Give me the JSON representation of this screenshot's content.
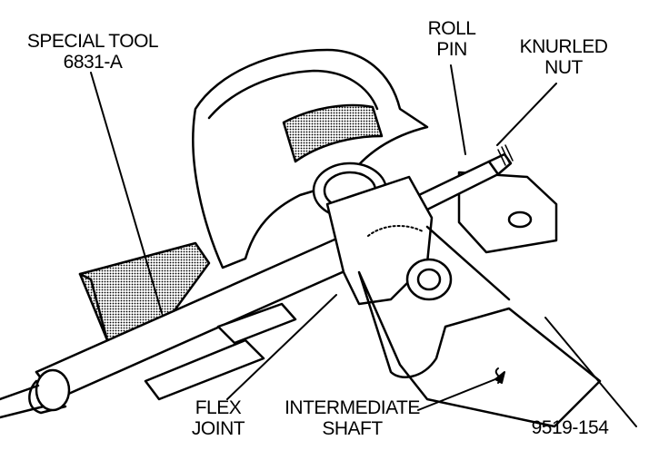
{
  "labels": {
    "special_tool": {
      "line1": "SPECIAL TOOL",
      "line2": "6831-A"
    },
    "roll_pin": {
      "line1": "ROLL",
      "line2": "PIN"
    },
    "knurled_nut": {
      "line1": "KNURLED",
      "line2": "NUT"
    },
    "flex_joint": {
      "line1": "FLEX",
      "line2": "JOINT"
    },
    "intermediate_shaft": {
      "line1": "INTERMEDIATE",
      "line2": "SHAFT"
    },
    "figure_number": "9519-154"
  }
}
